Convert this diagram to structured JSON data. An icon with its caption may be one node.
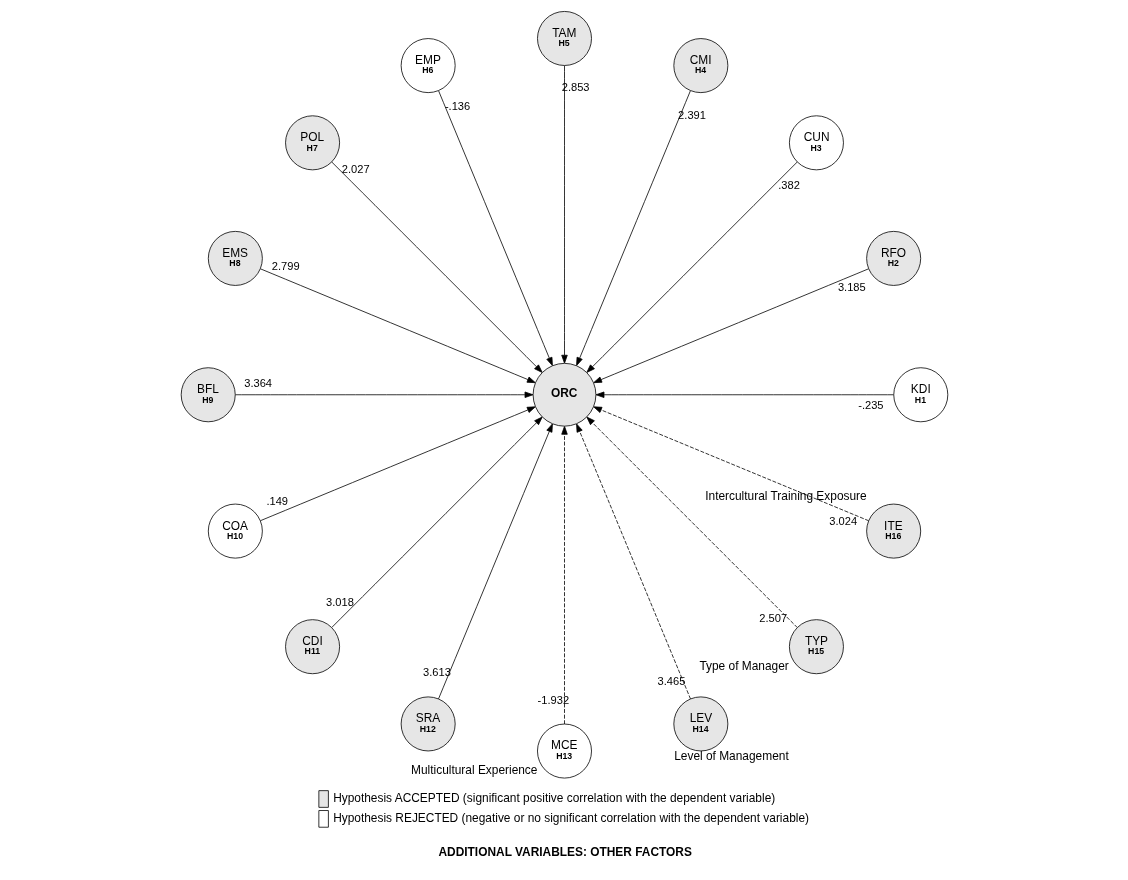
{
  "diagram": {
    "nodes": [
      {
        "text": [
          "ORC"
        ]
      },
      {
        "text": [
          "KDI",
          "H1"
        ]
      },
      {
        "text": [
          "RFO",
          "H2"
        ]
      },
      {
        "text": [
          "CUN",
          "H3"
        ]
      },
      {
        "text": [
          "CMI",
          "H4"
        ]
      },
      {
        "text": [
          "TAM",
          "H5"
        ]
      },
      {
        "text": [
          "EMP",
          "H6"
        ]
      },
      {
        "text": [
          "POL",
          "H7"
        ]
      },
      {
        "text": [
          "EMS",
          "H8"
        ]
      },
      {
        "text": [
          "BFL",
          "H9"
        ]
      },
      {
        "text": [
          "COA",
          "H10"
        ]
      },
      {
        "text": [
          "CDI",
          "H11"
        ]
      },
      {
        "text": [
          "SRA",
          "H12"
        ]
      },
      {
        "text": [
          "MCE",
          "H13"
        ],
        "beside": [
          "Multicultural Experience"
        ]
      },
      {
        "text": [
          "LEV",
          "H14"
        ],
        "beside": [
          "Level of Management"
        ]
      },
      {
        "text": [
          "TYP",
          "H15"
        ],
        "beside": [
          "Type of Manager"
        ]
      },
      {
        "text": [
          "ITE",
          "H16"
        ],
        "beside": [
          "Intercultural Training Exposure"
        ]
      }
    ],
    "edges": [
      {
        "from": 1,
        "to": 0,
        "arrow": "to",
        "label": "-.235"
      },
      {
        "from": 2,
        "to": 0,
        "arrow": "to",
        "label": "3.185"
      },
      {
        "from": 3,
        "to": 0,
        "arrow": "to",
        "label": ".382"
      },
      {
        "from": 4,
        "to": 0,
        "arrow": "to",
        "label": "2.391"
      },
      {
        "from": 5,
        "to": 0,
        "arrow": "to",
        "label": "2.853"
      },
      {
        "from": 6,
        "to": 0,
        "arrow": "to",
        "label": "-.136"
      },
      {
        "from": 7,
        "to": 0,
        "arrow": "to",
        "label": "2.027"
      },
      {
        "from": 8,
        "to": 0,
        "arrow": "to",
        "label": "2.799"
      },
      {
        "from": 9,
        "to": 0,
        "arrow": "to",
        "label": "3.364"
      },
      {
        "from": 10,
        "to": 0,
        "arrow": "to",
        "label": ".149"
      },
      {
        "from": 11,
        "to": 0,
        "arrow": "to",
        "label": "3.018"
      },
      {
        "from": 12,
        "to": 0,
        "arrow": "to",
        "label": "3.613"
      },
      {
        "from": 13,
        "to": 0,
        "arrow": "to",
        "label": "-1.932",
        "style": "dashed"
      },
      {
        "from": 14,
        "to": 0,
        "arrow": "to",
        "label": "3.465",
        "style": "dashed"
      },
      {
        "from": 15,
        "to": 0,
        "arrow": "to",
        "label": "2.507",
        "style": "dashed"
      },
      {
        "from": 16,
        "to": 0,
        "arrow": "to",
        "label": "3.024",
        "style": "dashed"
      }
    ],
    "labels": [
      "ADDITIONAL VARIABLES: OTHER FACTORS"
    ],
    "legend": [
      {
        "text": "Hypothesis ACCEPTED (significant positive correlation with the dependent variable)",
        "color": "#e6e6e6"
      },
      {
        "text": "Hypothesis REJECTED (negative or no significant correlation with the dependent variable)",
        "color": "#ffffff"
      }
    ]
  }
}
